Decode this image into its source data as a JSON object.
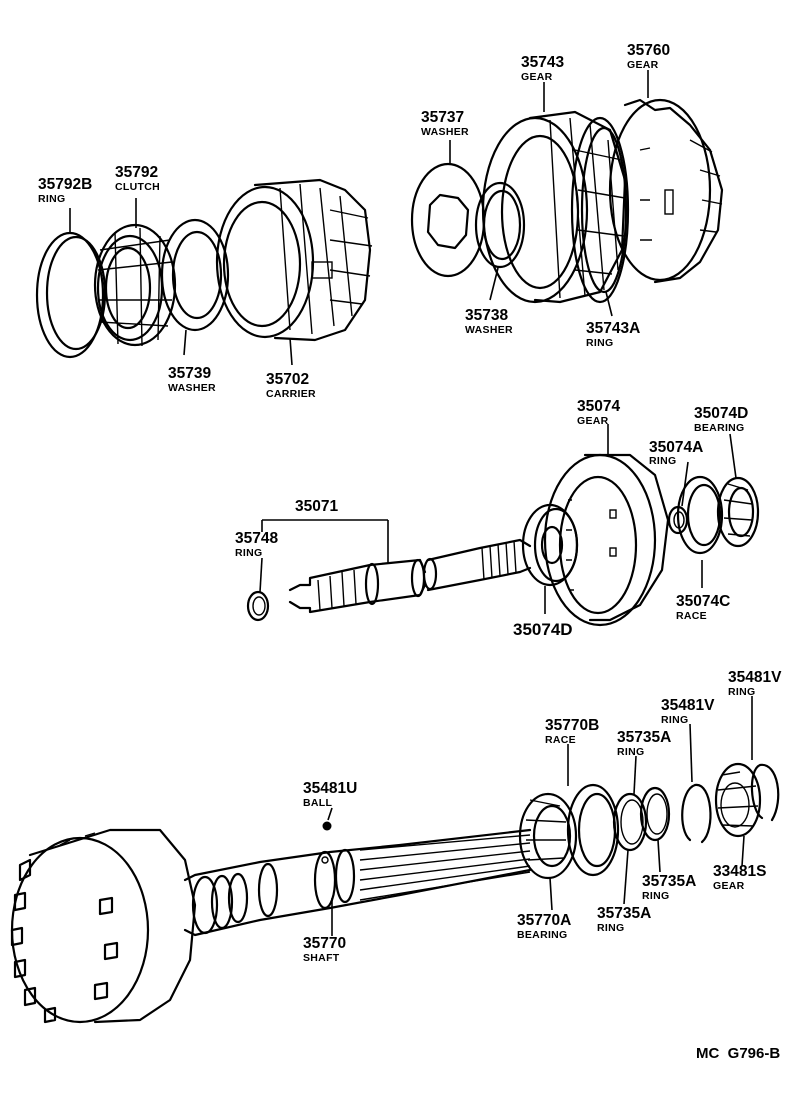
{
  "diagram": {
    "labels": {
      "p35792B": {
        "num": "35792B",
        "name": "RING"
      },
      "p35792": {
        "num": "35792",
        "name": "CLUTCH"
      },
      "p35739": {
        "num": "35739",
        "name": "WASHER"
      },
      "p35702": {
        "num": "35702",
        "name": "CARRIER"
      },
      "p35737": {
        "num": "35737",
        "name": "WASHER"
      },
      "p35743": {
        "num": "35743",
        "name": "GEAR"
      },
      "p35760": {
        "num": "35760",
        "name": "GEAR"
      },
      "p35738": {
        "num": "35738",
        "name": "WASHER"
      },
      "p35743A": {
        "num": "35743A",
        "name": "RING"
      },
      "p35071": {
        "num": "35071"
      },
      "p35748": {
        "num": "35748",
        "name": "RING"
      },
      "p35074": {
        "num": "35074",
        "name": "GEAR"
      },
      "p35074D_top": {
        "num": "35074D",
        "name": "BEARING"
      },
      "p35074A": {
        "num": "35074A",
        "name": "RING"
      },
      "p35074C": {
        "num": "35074C",
        "name": "RACE"
      },
      "p35074D_bottom": {
        "num": "35074D"
      },
      "p35481V_top": {
        "num": "35481V",
        "name": "RING"
      },
      "p35481V_mid": {
        "num": "35481V",
        "name": "RING"
      },
      "p35770B": {
        "num": "35770B",
        "name": "RACE"
      },
      "p35735A_top": {
        "num": "35735A",
        "name": "RING"
      },
      "p35481U": {
        "num": "35481U",
        "name": "BALL"
      },
      "p35735A_mid": {
        "num": "35735A",
        "name": "RING"
      },
      "p33481S": {
        "num": "33481S",
        "name": "GEAR"
      },
      "p35770A": {
        "num": "35770A",
        "name": "BEARING"
      },
      "p35735A_bot": {
        "num": "35735A",
        "name": "RING"
      },
      "p35770": {
        "num": "35770",
        "name": "SHAFT"
      }
    },
    "catalog_code": "MC  G796-B"
  }
}
